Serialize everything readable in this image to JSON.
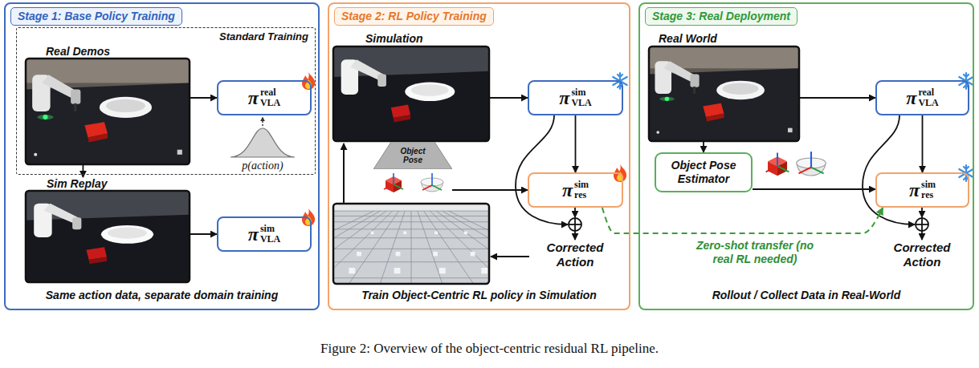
{
  "diagram": {
    "caption": "Figure 2: Overview of the object-centric residual RL pipeline.",
    "nodes": [
      {
        "text": [
          "Stage 1: Base Policy Training",
          "Same action data, separate domain training"
        ]
      },
      {
        "text": [
          "Standard Training"
        ],
        "in": 0
      },
      {
        "text": [
          "Real Demos"
        ],
        "in": 1
      },
      {
        "text": [
          "π",
          "real",
          "VLA"
        ],
        "in": 1
      },
      {
        "text": [
          "Sim Replay"
        ],
        "in": 0
      },
      {
        "text": [
          "π",
          "sim",
          "VLA"
        ],
        "in": 0
      },
      {
        "text": [
          "Stage 2: RL Policy Training",
          "Train Object-Centric RL policy in Simulation"
        ]
      },
      {
        "text": [
          "Simulation"
        ],
        "in": 6
      },
      {
        "text": [
          "π",
          "sim",
          "VLA"
        ],
        "in": 6
      },
      {
        "text": [
          "Object Pose"
        ],
        "in": 6
      },
      {
        "text": [
          "π",
          "sim",
          "res"
        ],
        "in": 6
      },
      {
        "text": [
          "Stage 3: Real Deployment",
          "Rollout / Collect Data in Real-World"
        ]
      },
      {
        "text": [
          "Real World"
        ],
        "in": 11
      },
      {
        "text": [
          "π",
          "real",
          "VLA"
        ],
        "in": 11
      },
      {
        "text": [
          "Object Pose Estimator"
        ],
        "in": 11
      },
      {
        "text": [
          "π",
          "sim",
          "res"
        ],
        "in": 11
      }
    ],
    "edges": [
      {
        "from": 2,
        "to": 3,
        "arrow": "to"
      },
      {
        "from": 2,
        "to": 4,
        "arrow": "to"
      },
      {
        "from": 4,
        "to": 5,
        "arrow": "to"
      },
      {
        "from": 7,
        "to": 8,
        "arrow": "to"
      },
      {
        "from": 9,
        "to": 10,
        "arrow": "to"
      },
      {
        "from": 8,
        "to": 10,
        "arrow": "to"
      },
      {
        "from": 10,
        "to": 15,
        "label": "Zero-shot transfer (no real RL needed)",
        "arrow": "to"
      },
      {
        "from": 12,
        "to": 13,
        "arrow": "to"
      },
      {
        "from": 12,
        "to": 14,
        "arrow": "to"
      },
      {
        "from": 14,
        "to": 15,
        "arrow": "to"
      },
      {
        "from": 13,
        "to": 15,
        "arrow": "to"
      }
    ],
    "labels": [
      "p(action)",
      "Corrected Action",
      "Corrected Action"
    ]
  }
}
